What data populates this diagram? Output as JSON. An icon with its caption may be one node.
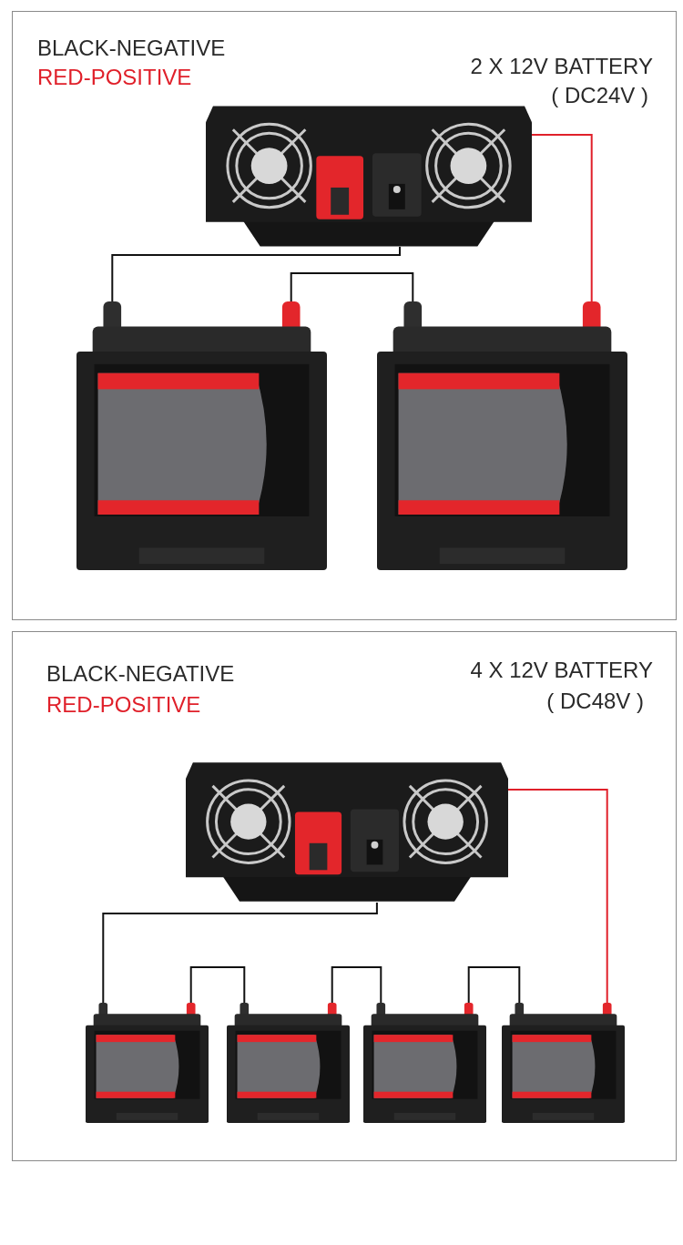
{
  "diagram": {
    "nodes": [
      {
        "text": [
          "BLACK-NEGATIVE",
          "RED-POSITIVE",
          "2 X 12V BATTERY",
          "( DC24V )"
        ]
      },
      {
        "text": [],
        "shape": "picture",
        "in": 0
      },
      {
        "text": [],
        "shape": "picture",
        "in": 0
      },
      {
        "text": [],
        "shape": "picture",
        "in": 0
      },
      {
        "text": [
          "BLACK-NEGATIVE",
          "RED-POSITIVE",
          "4 X 12V BATTERY",
          "( DC48V )"
        ]
      },
      {
        "text": [],
        "shape": "picture",
        "in": 4
      },
      {
        "text": [],
        "shape": "picture",
        "in": 4
      },
      {
        "text": [],
        "shape": "picture",
        "in": 4
      },
      {
        "text": [],
        "shape": "picture",
        "in": 4
      },
      {
        "text": [],
        "shape": "picture",
        "in": 4
      }
    ],
    "edges": [
      {
        "from": 1,
        "to": 2,
        "arrow": "none"
      },
      {
        "from": 2,
        "to": 3,
        "arrow": "none"
      },
      {
        "from": 3,
        "to": 1,
        "arrow": "none",
        "color": "#e0202a"
      },
      {
        "from": 5,
        "to": 6,
        "arrow": "none"
      },
      {
        "from": 6,
        "to": 7,
        "arrow": "none"
      },
      {
        "from": 7,
        "to": 8,
        "arrow": "none"
      },
      {
        "from": 8,
        "to": 9,
        "arrow": "none"
      },
      {
        "from": 9,
        "to": 5,
        "arrow": "none",
        "color": "#e0202a"
      }
    ]
  }
}
